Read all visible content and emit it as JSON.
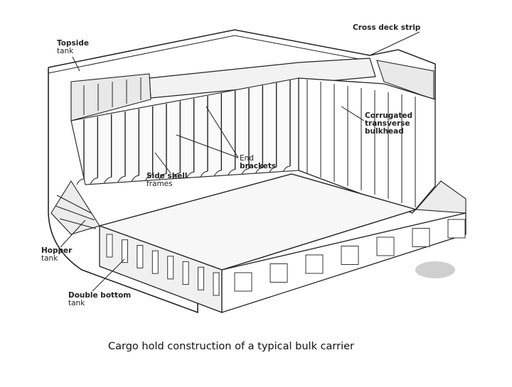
{
  "labels": {
    "topside_tank": [
      "Topside",
      "tank"
    ],
    "cross_deck_strip": [
      "Cross deck strip"
    ],
    "corrugated_bulkhead": [
      "Corrugated",
      "transverse",
      "bulkhead"
    ],
    "end_brackets": [
      "End",
      "brackets"
    ],
    "side_shell_frames": [
      "Side shell",
      "frames"
    ],
    "hopper_tank": [
      "Hopper",
      "tank"
    ],
    "double_bottom_tank": [
      "Double bottom",
      "tank"
    ]
  },
  "caption": "Cargo hold construction of a typical bulk carrier",
  "colors": {
    "line": "#222222",
    "paper": "#ffffff",
    "shade": "#e9e9e9",
    "floor": "#f7f7f7"
  }
}
